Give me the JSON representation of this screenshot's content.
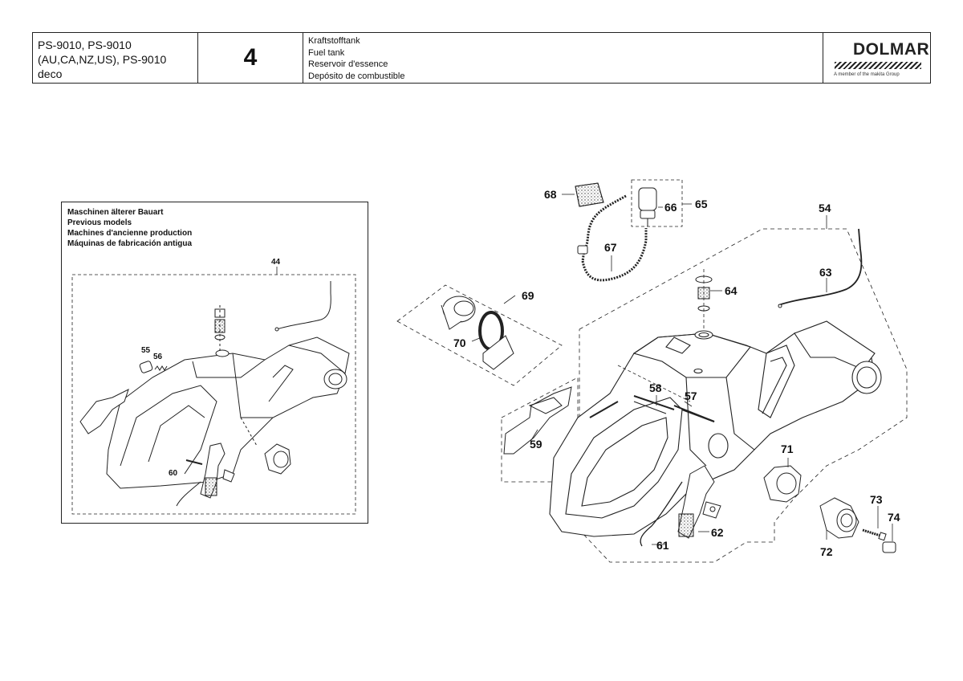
{
  "header": {
    "models_line1": "PS-9010, PS-9010",
    "models_line2": "(AU,CA,NZ,US), PS-9010",
    "models_line3": "deco",
    "page_number": "4",
    "title_de": "Kraftstofftank",
    "title_en": "Fuel tank",
    "title_fr": "Reservoir d'essence",
    "title_es": "Depósito de combustible",
    "brand": "DOLMAR",
    "brand_tagline": "A member of the makita Group"
  },
  "inset": {
    "line1": "Maschinen älterer Bauart",
    "line2": "Previous models",
    "line3": "Machines d'ancienne production",
    "line4": "Máquinas de fabricación antigua",
    "labels": {
      "p44": "44",
      "p55": "55",
      "p56": "56",
      "p60": "60"
    }
  },
  "main": {
    "labels": {
      "p54": "54",
      "p57": "57",
      "p58": "58",
      "p59": "59",
      "p61": "61",
      "p62": "62",
      "p63": "63",
      "p64": "64",
      "p65": "65",
      "p66": "66",
      "p67": "67",
      "p68": "68",
      "p69": "69",
      "p70": "70",
      "p71": "71",
      "p72": "72",
      "p73": "73",
      "p74": "74"
    }
  }
}
